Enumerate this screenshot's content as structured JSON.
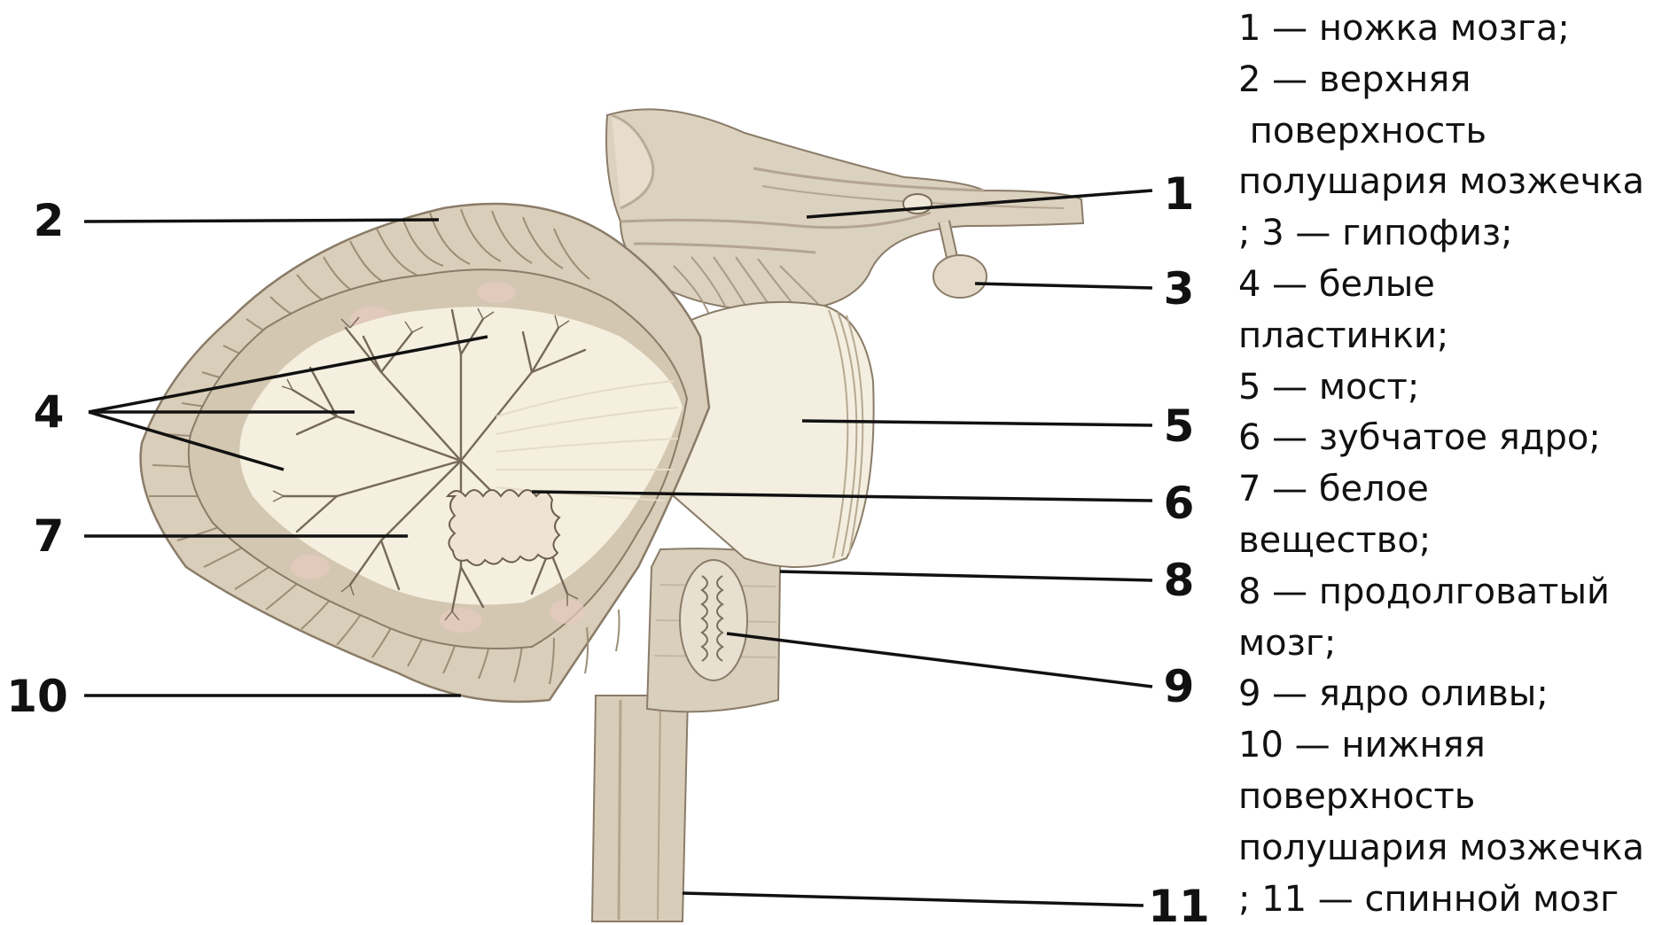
{
  "diagram": {
    "callouts": [
      {
        "id": "1",
        "label": "1"
      },
      {
        "id": "2",
        "label": "2"
      },
      {
        "id": "3",
        "label": "3"
      },
      {
        "id": "4",
        "label": "4"
      },
      {
        "id": "5",
        "label": "5"
      },
      {
        "id": "6",
        "label": "6"
      },
      {
        "id": "7",
        "label": "7"
      },
      {
        "id": "8",
        "label": "8"
      },
      {
        "id": "9",
        "label": "9"
      },
      {
        "id": "10",
        "label": "10"
      },
      {
        "id": "11",
        "label": "11"
      }
    ]
  },
  "legend": {
    "lines": [
      "1 — ножка мозга;",
      "2 — верхняя",
      " поверхность",
      "полушария мозжечка",
      "; 3 — гипофиз;",
      "4 — белые",
      "пластинки;",
      "5 — мост;",
      "6 — зубчатое ядро;",
      "7 — белое",
      "вещество;",
      "8 — продолговатый",
      "мозг;",
      "9 — ядро оливы;",
      "10 — нижняя",
      "поверхность",
      "полушария мозжечка",
      "; 11 — спинной мозг"
    ]
  },
  "colors": {
    "tissue": "#dcd3c1",
    "tissue_shadow": "#b6a994",
    "white_matter": "#f4efdf",
    "cortex_pink": "#e6c8bf",
    "outline": "#8a7c68"
  }
}
